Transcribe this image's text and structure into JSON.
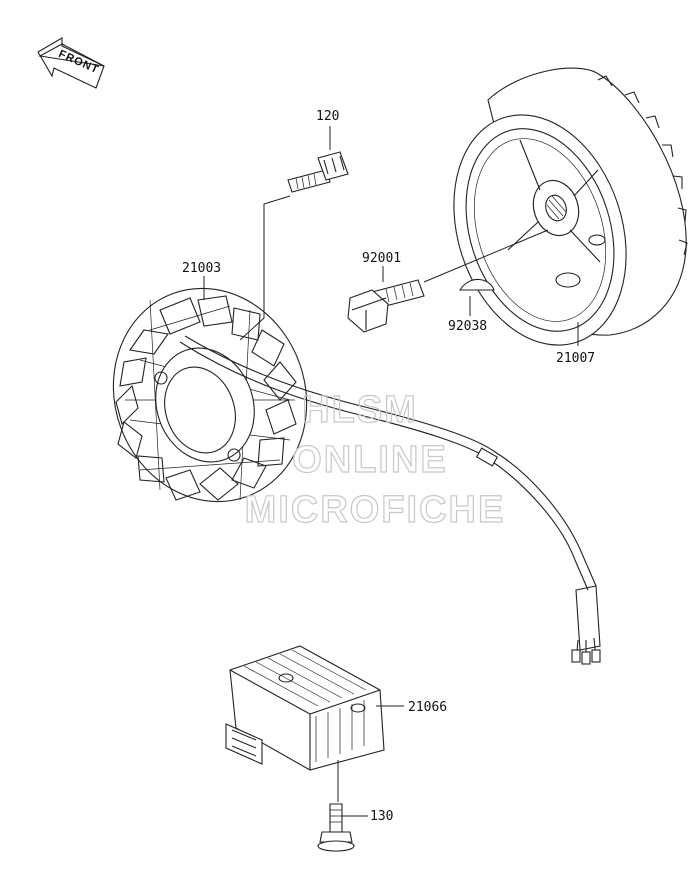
{
  "orientation": {
    "label": "FRONT",
    "icon": "front-arrow-icon"
  },
  "watermark": {
    "lines": [
      "HLSM",
      "ONLINE",
      "MICROFICHE"
    ]
  },
  "parts": [
    {
      "id": "bolt-120",
      "number": "120"
    },
    {
      "id": "stator",
      "number": "21003"
    },
    {
      "id": "flywheel-bolt",
      "number": "92001"
    },
    {
      "id": "woodruff-key",
      "number": "92038"
    },
    {
      "id": "flywheel-rotor",
      "number": "21007"
    },
    {
      "id": "regulator-rectifier",
      "number": "21066"
    },
    {
      "id": "bolt-130",
      "number": "130"
    }
  ]
}
